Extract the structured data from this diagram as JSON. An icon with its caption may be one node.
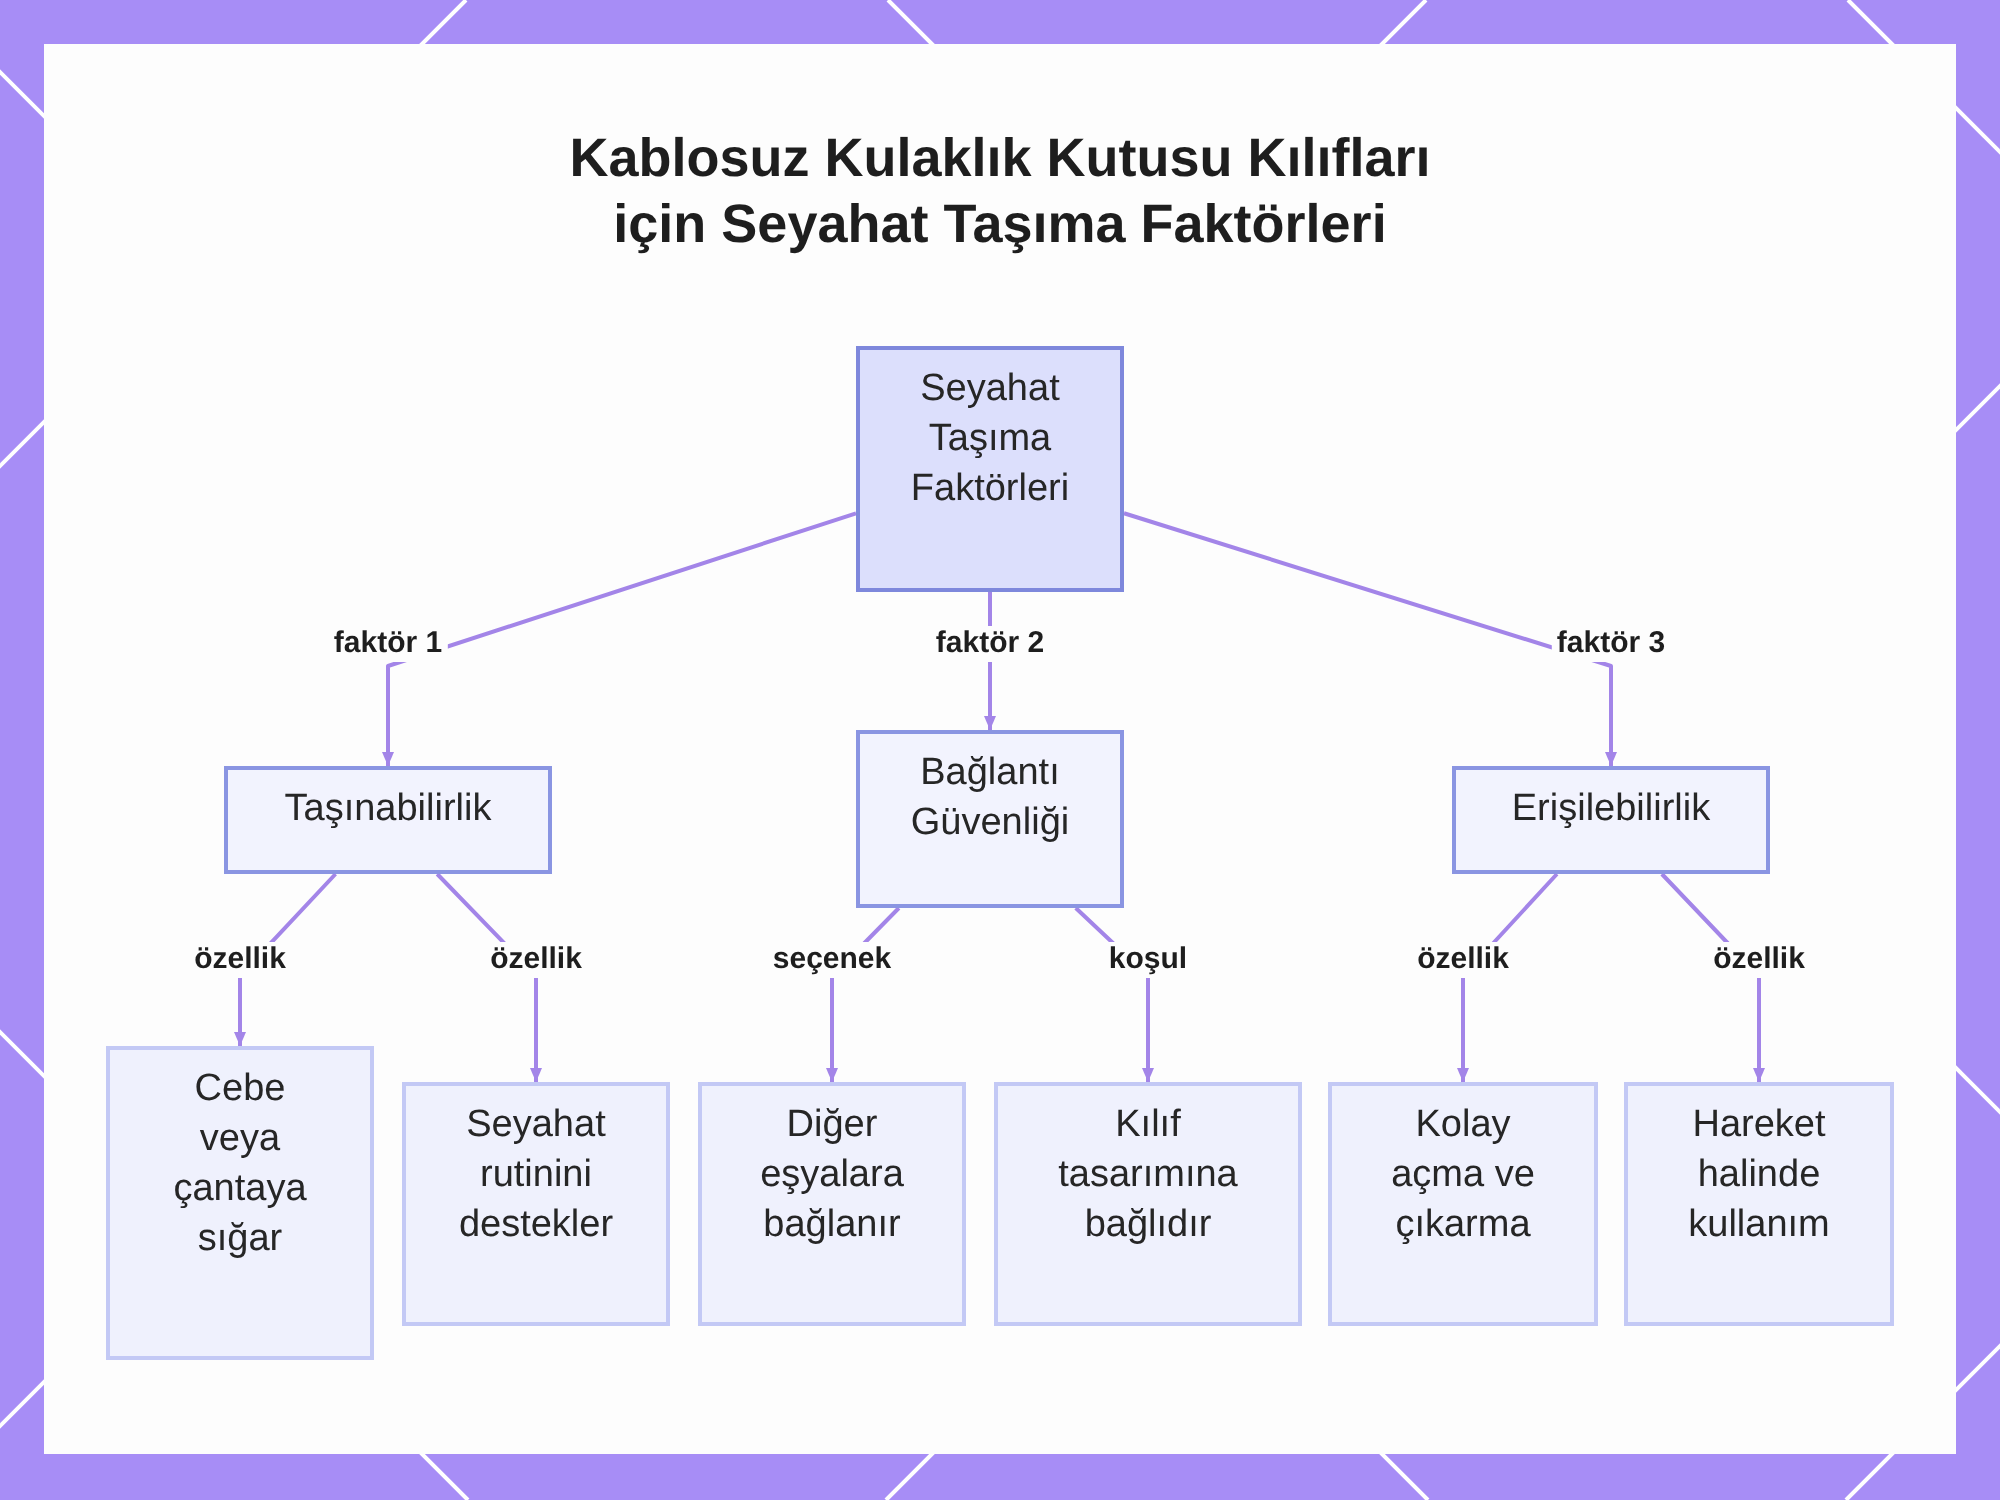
{
  "diagram": {
    "title": "Kablosuz Kulaklık Kutusu Kılıfları için Seyahat Taşıma Faktörleri",
    "nodes": [
      {
        "text": [
          "Seyahat Taşıma Faktörleri"
        ]
      },
      {
        "text": [
          "Taşınabilirlik"
        ]
      },
      {
        "text": [
          "Bağlantı Güvenliği"
        ]
      },
      {
        "text": [
          "Erişilebilirlik"
        ]
      },
      {
        "text": [
          "Cebe veya çantaya sığar"
        ]
      },
      {
        "text": [
          "Seyahat rutinini destekler"
        ]
      },
      {
        "text": [
          "Diğer eşyalara bağlanır"
        ]
      },
      {
        "text": [
          "Kılıf tasarımına bağlıdır"
        ]
      },
      {
        "text": [
          "Kolay açma ve çıkarma"
        ]
      },
      {
        "text": [
          "Hareket halinde kullanım"
        ]
      }
    ],
    "edges": [
      {
        "from": 0,
        "to": 1,
        "arrow": "to",
        "label": "faktör 1"
      },
      {
        "from": 0,
        "to": 2,
        "arrow": "to",
        "label": "faktör 2"
      },
      {
        "from": 0,
        "to": 3,
        "arrow": "to",
        "label": "faktör 3"
      },
      {
        "from": 1,
        "to": 4,
        "arrow": "to",
        "label": "özellik"
      },
      {
        "from": 1,
        "to": 5,
        "arrow": "to",
        "label": "özellik"
      },
      {
        "from": 2,
        "to": 6,
        "arrow": "to",
        "label": "seçenek"
      },
      {
        "from": 2,
        "to": 7,
        "arrow": "to",
        "label": "koşul"
      },
      {
        "from": 3,
        "to": 8,
        "arrow": "to",
        "label": "özellik"
      },
      {
        "from": 3,
        "to": 9,
        "arrow": "to",
        "label": "özellik"
      }
    ]
  }
}
